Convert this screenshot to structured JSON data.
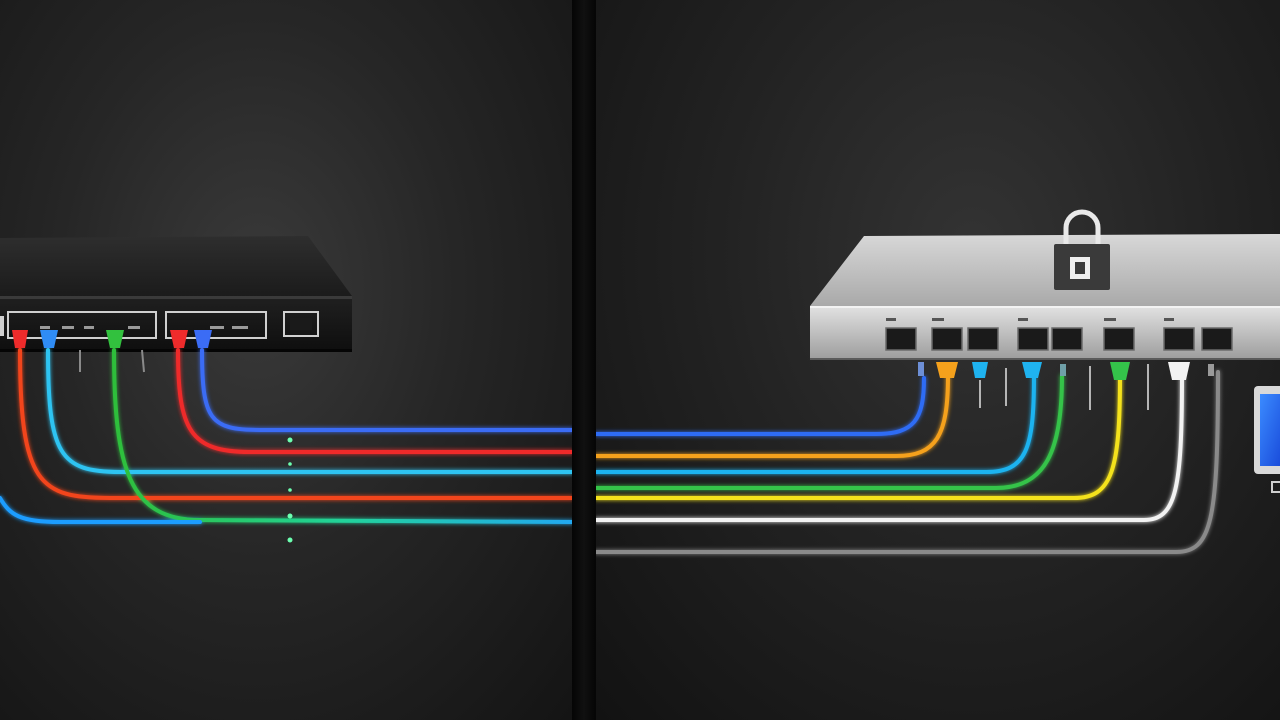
{
  "scene": {
    "description_free": true,
    "left_device": {
      "kind": "network-switch",
      "finish": "black",
      "port_groups": 4
    },
    "right_device": {
      "kind": "network-switch",
      "finish": "silver",
      "has_lock": true,
      "port_count": 8
    },
    "left_cables": [
      {
        "color": "#3b82f6"
      },
      {
        "color": "#ef3a2c"
      },
      {
        "color": "#2fc7f0"
      },
      {
        "color": "#f24a1e"
      },
      {
        "color": "#1ea7ff"
      },
      {
        "color": "#2c7dff"
      }
    ],
    "right_cables": [
      {
        "color": "#2f6cf5"
      },
      {
        "color": "#f5a11c"
      },
      {
        "color": "#1fb3f0"
      },
      {
        "color": "#34c34a"
      },
      {
        "color": "#f4e21a"
      },
      {
        "color": "#f2f2f2"
      },
      {
        "color": "#8a8a8a"
      }
    ],
    "colors": {
      "left_bg": "#262626",
      "right_bg": "#232323",
      "divider": "#080808",
      "switch_black": "#1e1e1e",
      "switch_silver": "#c9c9c9",
      "tablet_screen": "#1d6cff"
    }
  }
}
